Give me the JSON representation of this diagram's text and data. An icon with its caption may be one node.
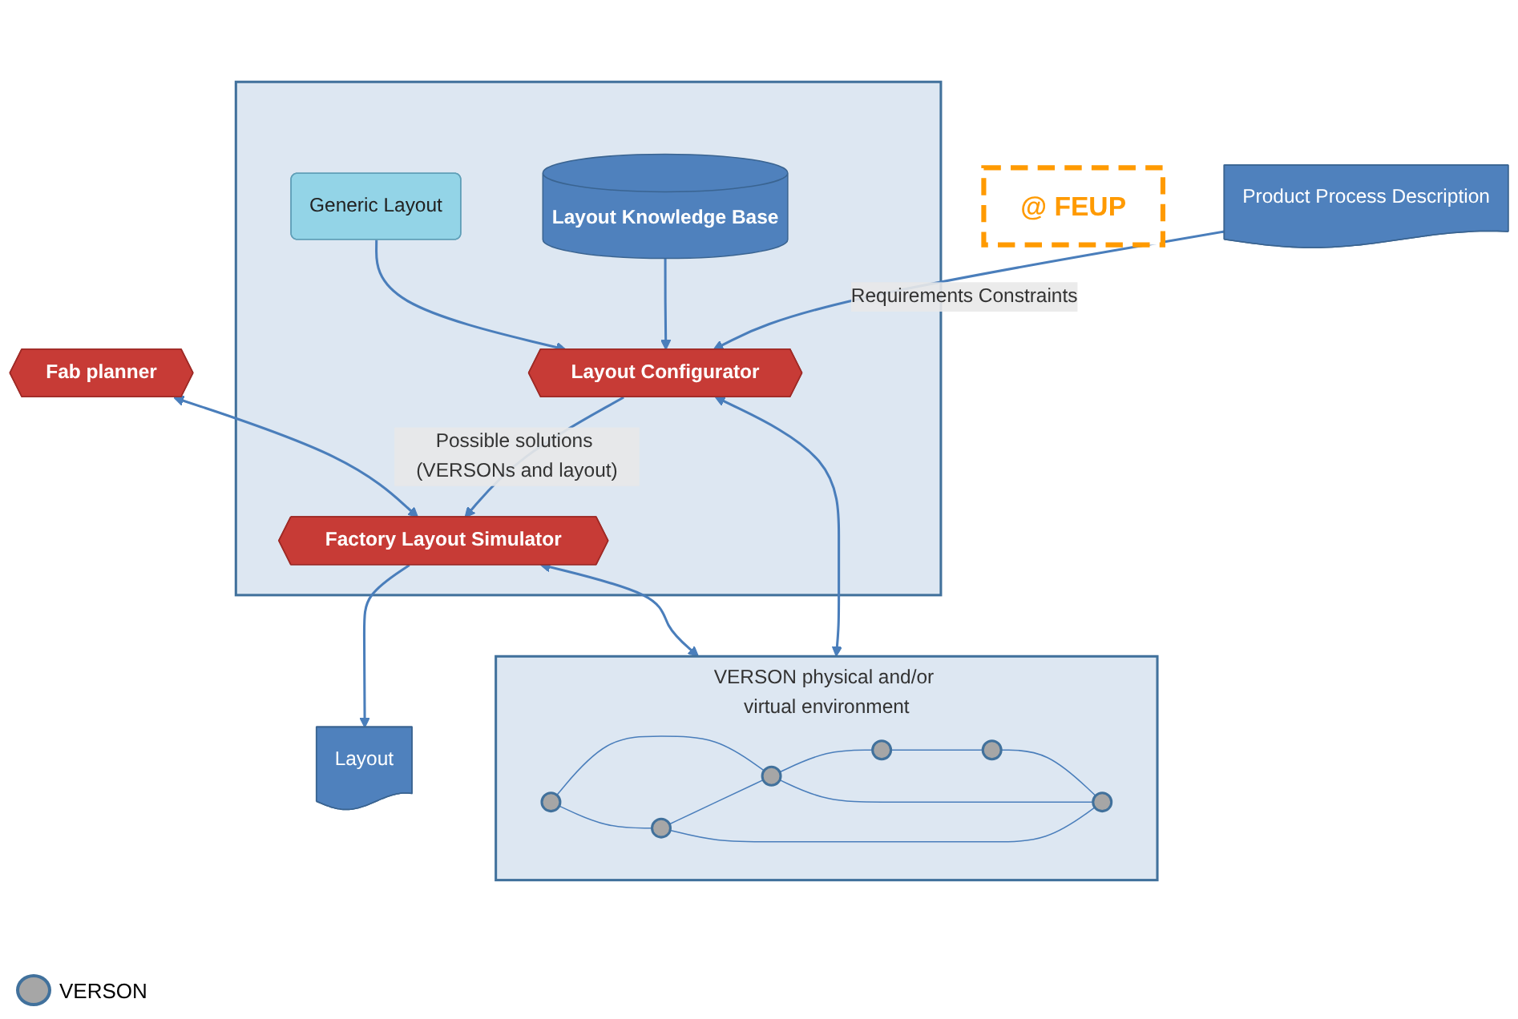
{
  "diagram": {
    "nodes": [
      {
        "text": [
          "Fab planner"
        ]
      },
      {
        "text": [],
        "shape": "box"
      },
      {
        "text": [
          "Layout Knowledge Base"
        ],
        "in": 1
      },
      {
        "text": [
          "Generic Layout"
        ],
        "in": 1
      },
      {
        "text": [
          "Product Process Description"
        ]
      },
      {
        "text": [
          "Layout Configurator"
        ],
        "in": 1
      },
      {
        "text": [
          "Factory Layout Simulator"
        ],
        "in": 1
      },
      {
        "text": [
          "Layout"
        ]
      },
      {
        "text": [
          "@ FEUP"
        ]
      },
      {
        "text": [
          "VERSON physical and/or virtual environment"
        ]
      },
      {
        "text": [],
        "shape": "circle",
        "in": 9
      },
      {
        "text": [],
        "shape": "circle",
        "in": 9
      },
      {
        "text": [],
        "shape": "circle",
        "in": 9
      },
      {
        "text": [],
        "shape": "circle",
        "in": 9
      },
      {
        "text": [],
        "shape": "circle",
        "in": 9
      },
      {
        "text": [],
        "shape": "circle",
        "in": 9
      }
    ],
    "edges": [
      {
        "from": 4,
        "to": 5,
        "arrow": "to",
        "label": "Requirements Constraints"
      },
      {
        "from": 2,
        "to": 5,
        "arrow": "to"
      },
      {
        "from": 3,
        "to": 5,
        "arrow": "to"
      },
      {
        "from": 5,
        "to": 6,
        "arrow": "to",
        "label": "Possible solutions (VERSONs and layout)"
      },
      {
        "from": 0,
        "to": 6,
        "arrow": "both"
      },
      {
        "from": 6,
        "to": 7,
        "arrow": "to"
      },
      {
        "from": 5,
        "to": 9,
        "arrow": "both"
      },
      {
        "from": 6,
        "to": 9,
        "arrow": "both"
      },
      {
        "from": 10,
        "to": 12,
        "arrow": "none"
      },
      {
        "from": 10,
        "to": 11,
        "arrow": "none"
      },
      {
        "from": 11,
        "to": 12,
        "arrow": "none"
      },
      {
        "from": 11,
        "to": 14,
        "arrow": "none"
      },
      {
        "from": 12,
        "to": 13,
        "arrow": "none"
      },
      {
        "from": 12,
        "to": 14,
        "arrow": "none"
      },
      {
        "from": 13,
        "to": 15,
        "arrow": "none"
      },
      {
        "from": 15,
        "to": 14,
        "arrow": "none"
      }
    ],
    "legend": [
      {
        "text": "VERSON"
      }
    ]
  }
}
